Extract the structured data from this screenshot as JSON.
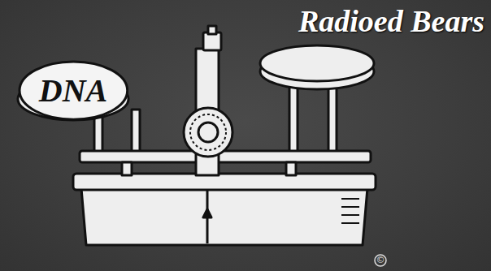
{
  "diagram": {
    "nodes": [
      {
        "text": [
          "DNA"
        ]
      }
    ],
    "labels": [
      "Radioed Bears",
      "©"
    ]
  }
}
